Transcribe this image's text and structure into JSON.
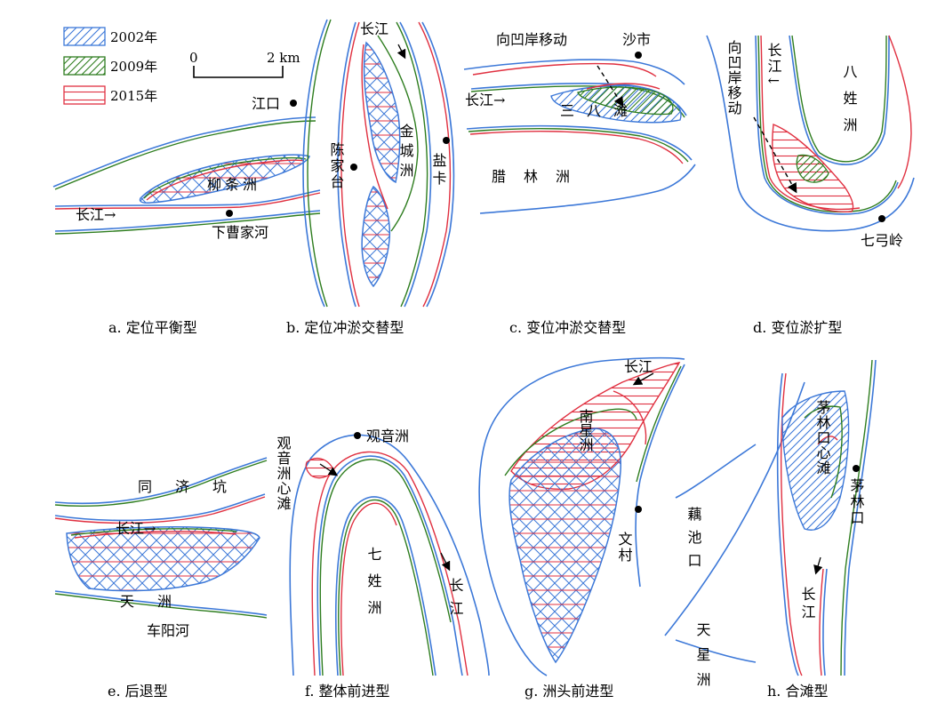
{
  "legend": {
    "items": [
      {
        "label": "2002年",
        "color": "#3c78d8"
      },
      {
        "label": "2009年",
        "color": "#2e7d1f"
      },
      {
        "label": "2015年",
        "color": "#e03040"
      }
    ],
    "scale": {
      "start": "0",
      "end": "2 km"
    }
  },
  "panels": {
    "a": {
      "caption": "a. 定位平衡型",
      "labels": {
        "jiangkou": "江口",
        "liutiaozhou": "柳条洲",
        "changjiang": "长江→",
        "xiacaojiahe": "下曹家河"
      }
    },
    "b": {
      "caption": "b. 定位冲淤交替型",
      "labels": {
        "changjiang": "长江",
        "jinchengzhou": "金城洲",
        "chenjiatai": "陈家台",
        "yanka": "盐卡"
      }
    },
    "c": {
      "caption": "c. 变位冲淤交替型",
      "labels": {
        "move": "向凹岸移动",
        "shashi": "沙市",
        "changjiang": "长江→",
        "sanbatan": "三八滩",
        "lalinzhou": "腊林洲"
      }
    },
    "d": {
      "caption": "d. 变位淤扩型",
      "labels": {
        "changjiang": "长江↓",
        "move": "向凹岸移动",
        "baxingzhou": "八姓洲",
        "qigongling": "七弓岭"
      }
    },
    "e": {
      "caption": "e. 后退型",
      "labels": {
        "tongjikeng": "同济坑",
        "changjiang": "长江→",
        "tianzhou": "天洲",
        "cheyanghe": "车阳河"
      }
    },
    "f": {
      "caption": "f. 整体前进型",
      "labels": {
        "guanyinzhou": "观音洲",
        "xintan": "观音洲心滩",
        "qixingzhou": "七姓洲",
        "changjiang": "长江"
      }
    },
    "g": {
      "caption": "g. 洲头前进型",
      "labels": {
        "changjiang": "长江",
        "nanxingzhou": "南星洲",
        "wencun": "文村"
      }
    },
    "h": {
      "caption": "h. 合滩型",
      "labels": {
        "maolinkou_xintan": "茅林口心滩",
        "maolinkou": "茅林口",
        "ouchikou": "藕池口",
        "changjiang": "长江",
        "tianxingzhou": "天星洲"
      }
    }
  }
}
